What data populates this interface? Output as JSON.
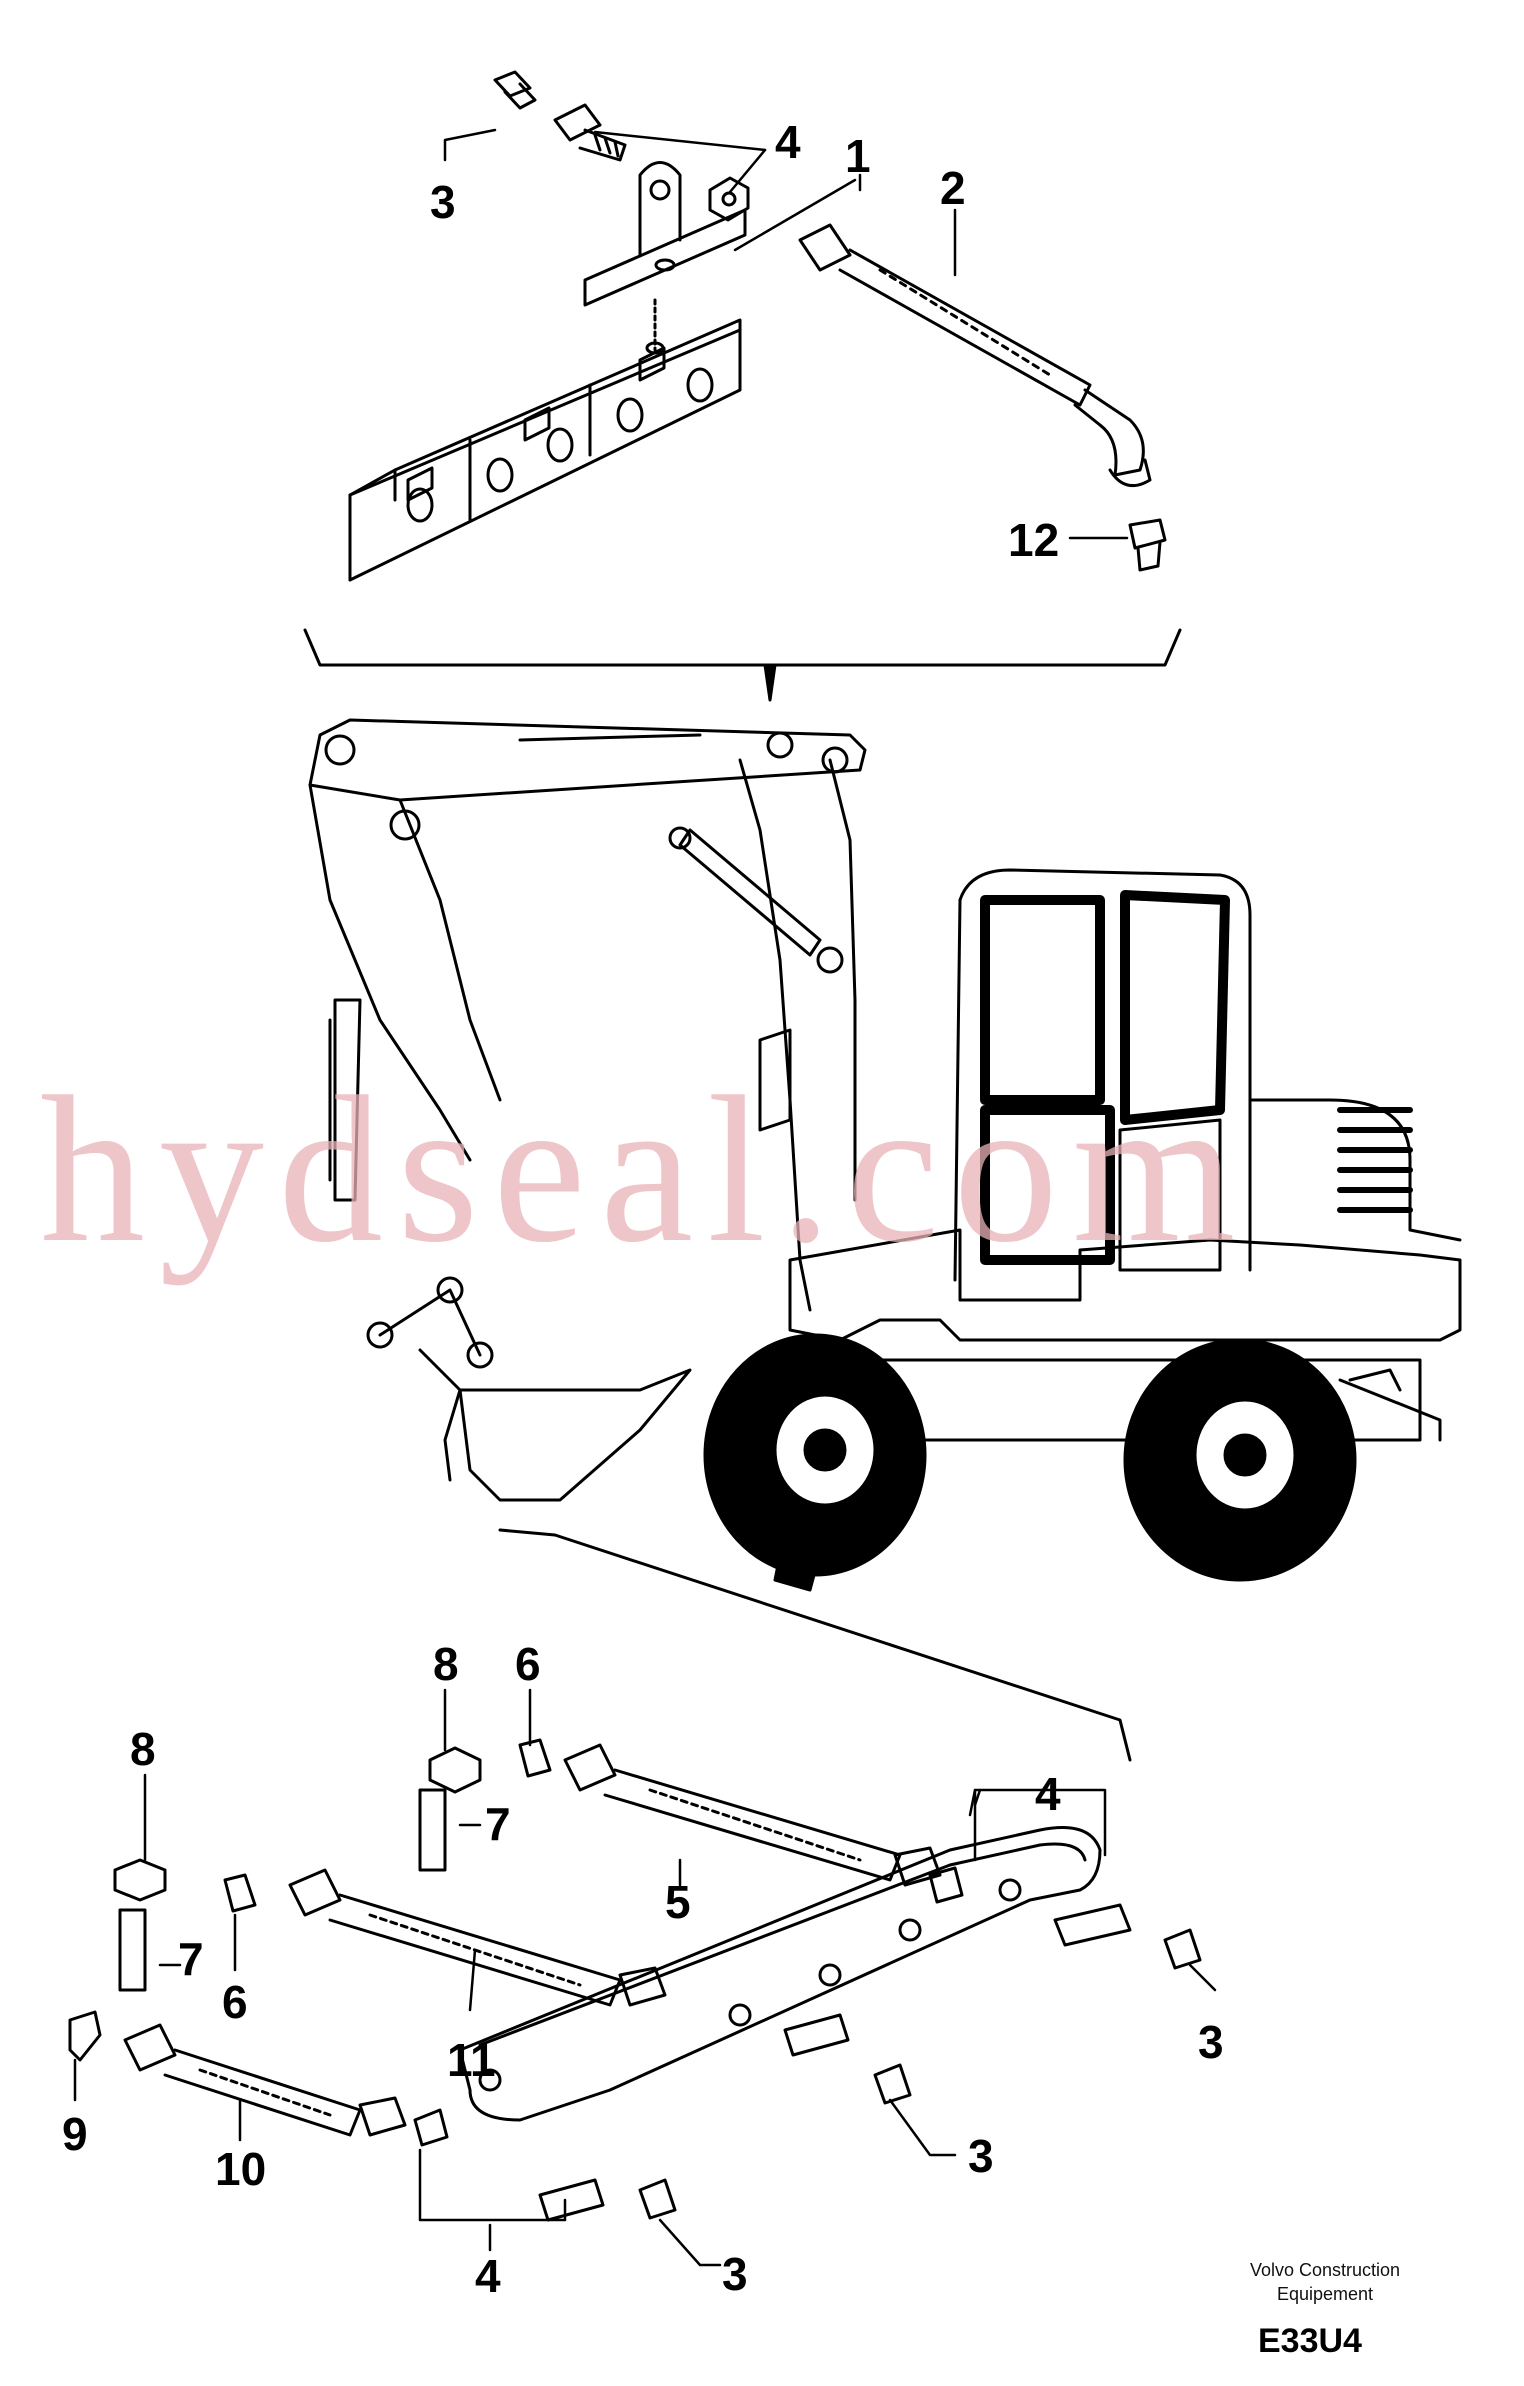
{
  "callouts": [
    {
      "id": "c1",
      "label": "1"
    },
    {
      "id": "c2",
      "label": "2"
    },
    {
      "id": "c3a",
      "label": "3"
    },
    {
      "id": "c4a",
      "label": "4"
    },
    {
      "id": "c12",
      "label": "12"
    },
    {
      "id": "c8a",
      "label": "8"
    },
    {
      "id": "c6a",
      "label": "6"
    },
    {
      "id": "c7a",
      "label": "7"
    },
    {
      "id": "c5",
      "label": "5"
    },
    {
      "id": "c4b",
      "label": "4"
    },
    {
      "id": "c8b",
      "label": "8"
    },
    {
      "id": "c7b",
      "label": "7"
    },
    {
      "id": "c6b",
      "label": "6"
    },
    {
      "id": "c11",
      "label": "11"
    },
    {
      "id": "c3b",
      "label": "3"
    },
    {
      "id": "c3c",
      "label": "3"
    },
    {
      "id": "c9",
      "label": "9"
    },
    {
      "id": "c10",
      "label": "10"
    },
    {
      "id": "c4c",
      "label": "4"
    },
    {
      "id": "c3d",
      "label": "3"
    }
  ],
  "footer": {
    "line1": "Volvo Construction",
    "line2": "Equipement",
    "code": "E33U4"
  },
  "watermark": "hydseal.com",
  "colors": {
    "watermark": "#e9b3b8",
    "ink": "#000000"
  }
}
